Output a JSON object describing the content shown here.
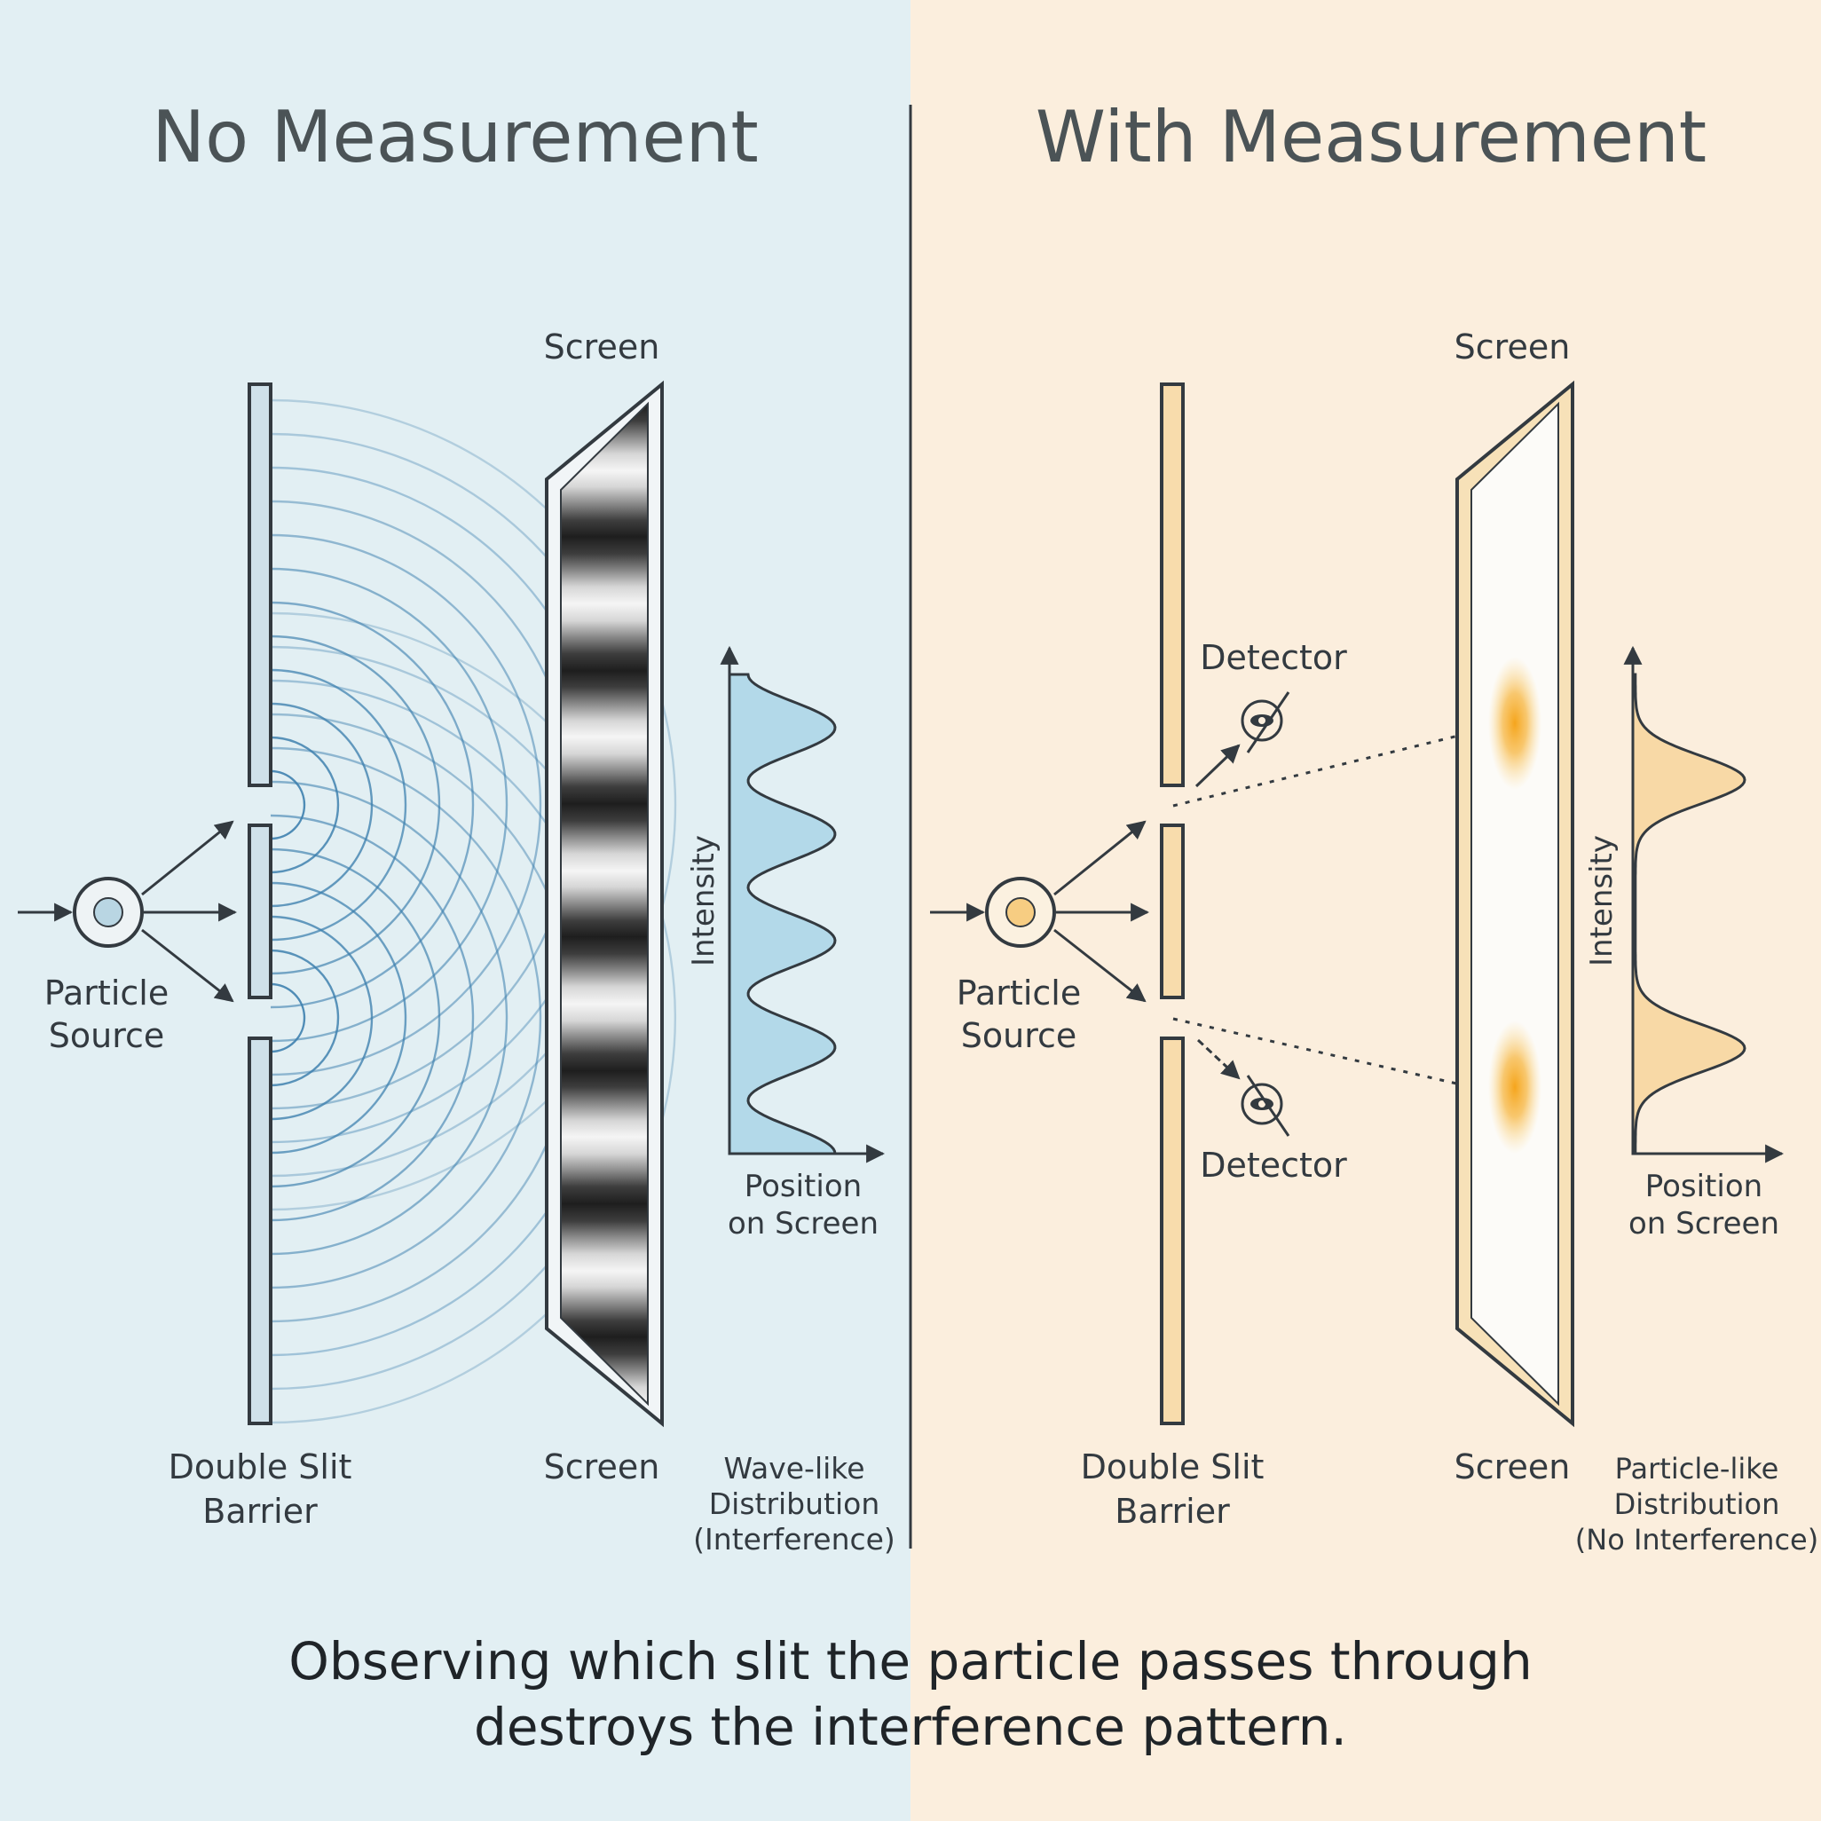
{
  "colors": {
    "left_bg": "#e2eff3",
    "right_bg": "#fbeedd",
    "ink": "#333a40",
    "title": "#4b5356",
    "wave": "#3d7fae",
    "blue_fill": "#b3d9e9",
    "barrier_left_fill": "#cfe1ea",
    "barrier_right_fill": "#f8dcac",
    "screen_frame_right": "#f7e1b8",
    "particle_fill": "#f0b83c",
    "hit_spot": "#f5a51c"
  },
  "left": {
    "title": "No Measurement",
    "screen_label_top": "Screen",
    "screen_label_bottom": "Screen",
    "source_label": [
      "Particle",
      "Source"
    ],
    "barrier_label": [
      "Double Slit",
      "Barrier"
    ],
    "graph_ylabel": "Intensity",
    "graph_xlabel": [
      "Position",
      "on Screen"
    ],
    "distribution_label": [
      "Wave-like",
      "Distribution",
      "(Interference)"
    ],
    "profile": {
      "peaks": 5,
      "min_intensity": 0.15,
      "max_intensity": 0.85
    }
  },
  "right": {
    "title": "With Measurement",
    "screen_label_top": "Screen",
    "screen_label_bottom": "Screen",
    "source_label": [
      "Particle",
      "Source"
    ],
    "barrier_label": [
      "Double Slit",
      "Barrier"
    ],
    "detector_top_label": "Detector",
    "detector_bottom_label": "Detector",
    "graph_ylabel": "Intensity",
    "graph_xlabel": [
      "Position",
      "on Screen"
    ],
    "distribution_label": [
      "Particle-like",
      "Distribution",
      "(No Interference)"
    ],
    "profile": {
      "peaks": 2
    }
  },
  "caption": [
    "Observing which slit the particle passes through",
    "destroys the interference pattern."
  ]
}
